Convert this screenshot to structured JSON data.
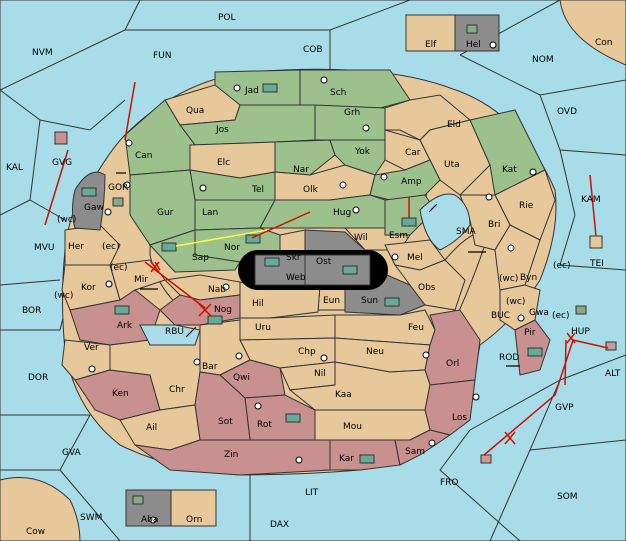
{
  "colors": {
    "sea": "#a8dce8",
    "neutral_land": "#e6c89a",
    "green_power": "#9cc18c",
    "red_power": "#c8908e",
    "grey_power": "#8c8c8c",
    "arrow": "#cc1100",
    "support": "#ffff44"
  },
  "seas": [
    {
      "id": "POL",
      "label": "POL"
    },
    {
      "id": "COB",
      "label": "COB"
    },
    {
      "id": "FUN",
      "label": "FUN"
    },
    {
      "id": "NVM",
      "label": "NVM"
    },
    {
      "id": "NOM",
      "label": "NOM"
    },
    {
      "id": "OVD",
      "label": "OVD"
    },
    {
      "id": "KAL",
      "label": "KAL"
    },
    {
      "id": "KAM",
      "label": "KAM"
    },
    {
      "id": "MVU",
      "label": "MVU"
    },
    {
      "id": "BOR",
      "label": "BOR"
    },
    {
      "id": "DOR",
      "label": "DOR"
    },
    {
      "id": "GVA",
      "label": "GVA"
    },
    {
      "id": "SWM",
      "label": "SWM"
    },
    {
      "id": "LIT",
      "label": "LIT"
    },
    {
      "id": "DAX",
      "label": "DAX"
    },
    {
      "id": "FRO",
      "label": "FRO"
    },
    {
      "id": "SOM",
      "label": "SOM"
    },
    {
      "id": "ALT",
      "label": "ALT"
    },
    {
      "id": "GVP",
      "label": "GVP"
    },
    {
      "id": "SMA",
      "label": "SMA"
    },
    {
      "id": "BUC",
      "label": "BUC"
    },
    {
      "id": "ROD",
      "label": "ROD"
    },
    {
      "id": "RBU",
      "label": "RBU"
    },
    {
      "id": "GOR",
      "label": "GOR"
    }
  ],
  "provinces": [
    {
      "id": "Jad",
      "label": "Jad"
    },
    {
      "id": "Sch",
      "label": "Sch"
    },
    {
      "id": "Qua",
      "label": "Qua"
    },
    {
      "id": "Jos",
      "label": "Jos"
    },
    {
      "id": "Grh",
      "label": "Grh"
    },
    {
      "id": "Eld",
      "label": "Eld"
    },
    {
      "id": "Can",
      "label": "Can"
    },
    {
      "id": "Elc",
      "label": "Elc"
    },
    {
      "id": "Nar",
      "label": "Nar"
    },
    {
      "id": "Yok",
      "label": "Yok"
    },
    {
      "id": "Car",
      "label": "Car"
    },
    {
      "id": "Uta",
      "label": "Uta"
    },
    {
      "id": "Kat",
      "label": "Kat"
    },
    {
      "id": "Tel",
      "label": "Tel"
    },
    {
      "id": "Olk",
      "label": "Olk"
    },
    {
      "id": "Amp",
      "label": "Amp"
    },
    {
      "id": "Gur",
      "label": "Gur"
    },
    {
      "id": "Lan",
      "label": "Lan"
    },
    {
      "id": "Hug",
      "label": "Hug"
    },
    {
      "id": "Rie",
      "label": "Rie"
    },
    {
      "id": "Esm",
      "label": "Esm"
    },
    {
      "id": "Bri",
      "label": "Bri"
    },
    {
      "id": "Gaw",
      "label": "Gaw"
    },
    {
      "id": "Her",
      "label": "Her"
    },
    {
      "id": "Nor",
      "label": "Nor"
    },
    {
      "id": "Sap",
      "label": "Sap"
    },
    {
      "id": "Skr",
      "label": "Skr"
    },
    {
      "id": "Ost",
      "label": "Ost"
    },
    {
      "id": "Wil",
      "label": "Wil"
    },
    {
      "id": "Web",
      "label": "Web"
    },
    {
      "id": "Mel",
      "label": "Mel"
    },
    {
      "id": "Byn",
      "label": "Byn"
    },
    {
      "id": "Kor",
      "label": "Kor"
    },
    {
      "id": "Mir",
      "label": "Mir"
    },
    {
      "id": "Nab",
      "label": "Nab"
    },
    {
      "id": "Eun",
      "label": "Eun"
    },
    {
      "id": "Sun",
      "label": "Sun"
    },
    {
      "id": "Obs",
      "label": "Obs"
    },
    {
      "id": "Hil",
      "label": "Hil"
    },
    {
      "id": "Gwa",
      "label": "Gwa"
    },
    {
      "id": "Ark",
      "label": "Ark"
    },
    {
      "id": "Nog",
      "label": "Nog"
    },
    {
      "id": "Uru",
      "label": "Uru"
    },
    {
      "id": "Feu",
      "label": "Feu"
    },
    {
      "id": "Pir",
      "label": "Pir"
    },
    {
      "id": "Ver",
      "label": "Ver"
    },
    {
      "id": "Chp",
      "label": "Chp"
    },
    {
      "id": "Neu",
      "label": "Neu"
    },
    {
      "id": "Orl",
      "label": "Orl"
    },
    {
      "id": "Bar",
      "label": "Bar"
    },
    {
      "id": "Qwi",
      "label": "Qwi"
    },
    {
      "id": "Nil",
      "label": "Nil"
    },
    {
      "id": "Ken",
      "label": "Ken"
    },
    {
      "id": "Chr",
      "label": "Chr"
    },
    {
      "id": "Kaa",
      "label": "Kaa"
    },
    {
      "id": "Rot",
      "label": "Rot"
    },
    {
      "id": "Sot",
      "label": "Sot"
    },
    {
      "id": "Ail",
      "label": "Ail"
    },
    {
      "id": "Los",
      "label": "Los"
    },
    {
      "id": "Mou",
      "label": "Mou"
    },
    {
      "id": "Zin",
      "label": "Zin"
    },
    {
      "id": "Kar",
      "label": "Kar"
    },
    {
      "id": "Sam",
      "label": "Sam"
    },
    {
      "id": "Elf",
      "label": "Elf"
    },
    {
      "id": "Hel",
      "label": "Hel"
    },
    {
      "id": "Con",
      "label": "Con"
    },
    {
      "id": "TEI",
      "label": "TEI"
    },
    {
      "id": "HUP",
      "label": "HUP"
    },
    {
      "id": "GVG",
      "label": "GVG"
    },
    {
      "id": "Aba",
      "label": "Aba"
    },
    {
      "id": "Orn",
      "label": "Orn"
    },
    {
      "id": "Cow",
      "label": "Cow"
    }
  ],
  "coast_tags": [
    "(wc)",
    "(ec)",
    "(ec)",
    "(wc)",
    "(wc)",
    "(ec)",
    "(ec)",
    "(wc)"
  ]
}
